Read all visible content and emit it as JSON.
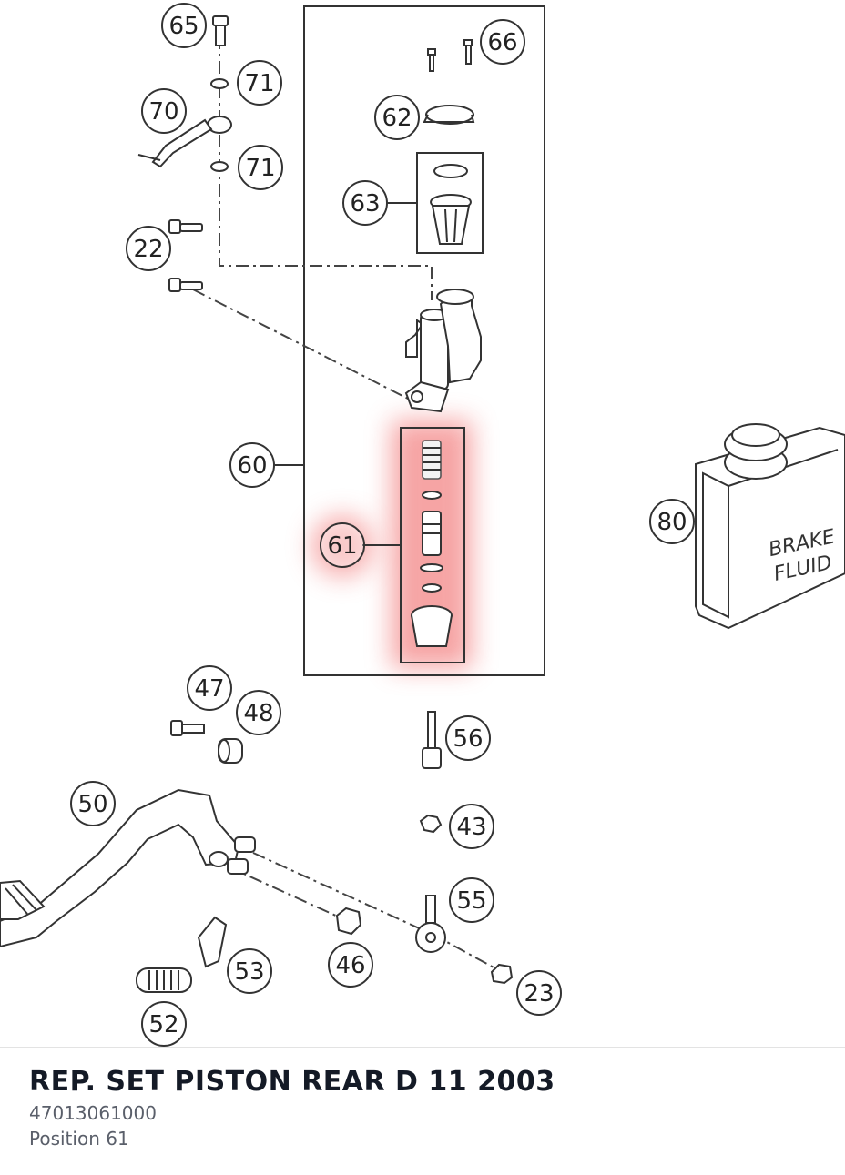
{
  "diagram": {
    "callouts": [
      {
        "id": "65",
        "label": "65"
      },
      {
        "id": "71a",
        "label": "71"
      },
      {
        "id": "70",
        "label": "70"
      },
      {
        "id": "71b",
        "label": "71"
      },
      {
        "id": "22",
        "label": "22"
      },
      {
        "id": "66",
        "label": "66"
      },
      {
        "id": "62",
        "label": "62"
      },
      {
        "id": "63",
        "label": "63"
      },
      {
        "id": "60",
        "label": "60"
      },
      {
        "id": "61",
        "label": "61",
        "highlighted": true
      },
      {
        "id": "80",
        "label": "80"
      },
      {
        "id": "47",
        "label": "47"
      },
      {
        "id": "48",
        "label": "48"
      },
      {
        "id": "56",
        "label": "56"
      },
      {
        "id": "50",
        "label": "50"
      },
      {
        "id": "43",
        "label": "43"
      },
      {
        "id": "55",
        "label": "55"
      },
      {
        "id": "53",
        "label": "53"
      },
      {
        "id": "46",
        "label": "46"
      },
      {
        "id": "23",
        "label": "23"
      },
      {
        "id": "52",
        "label": "52"
      }
    ],
    "fluid_label_line1": "BRAKE",
    "fluid_label_line2": "FLUID",
    "highlight_color": "#e23a3a"
  },
  "part": {
    "title": "REP. SET PISTON REAR D 11 2003",
    "number": "47013061000",
    "position": "Position 61"
  }
}
